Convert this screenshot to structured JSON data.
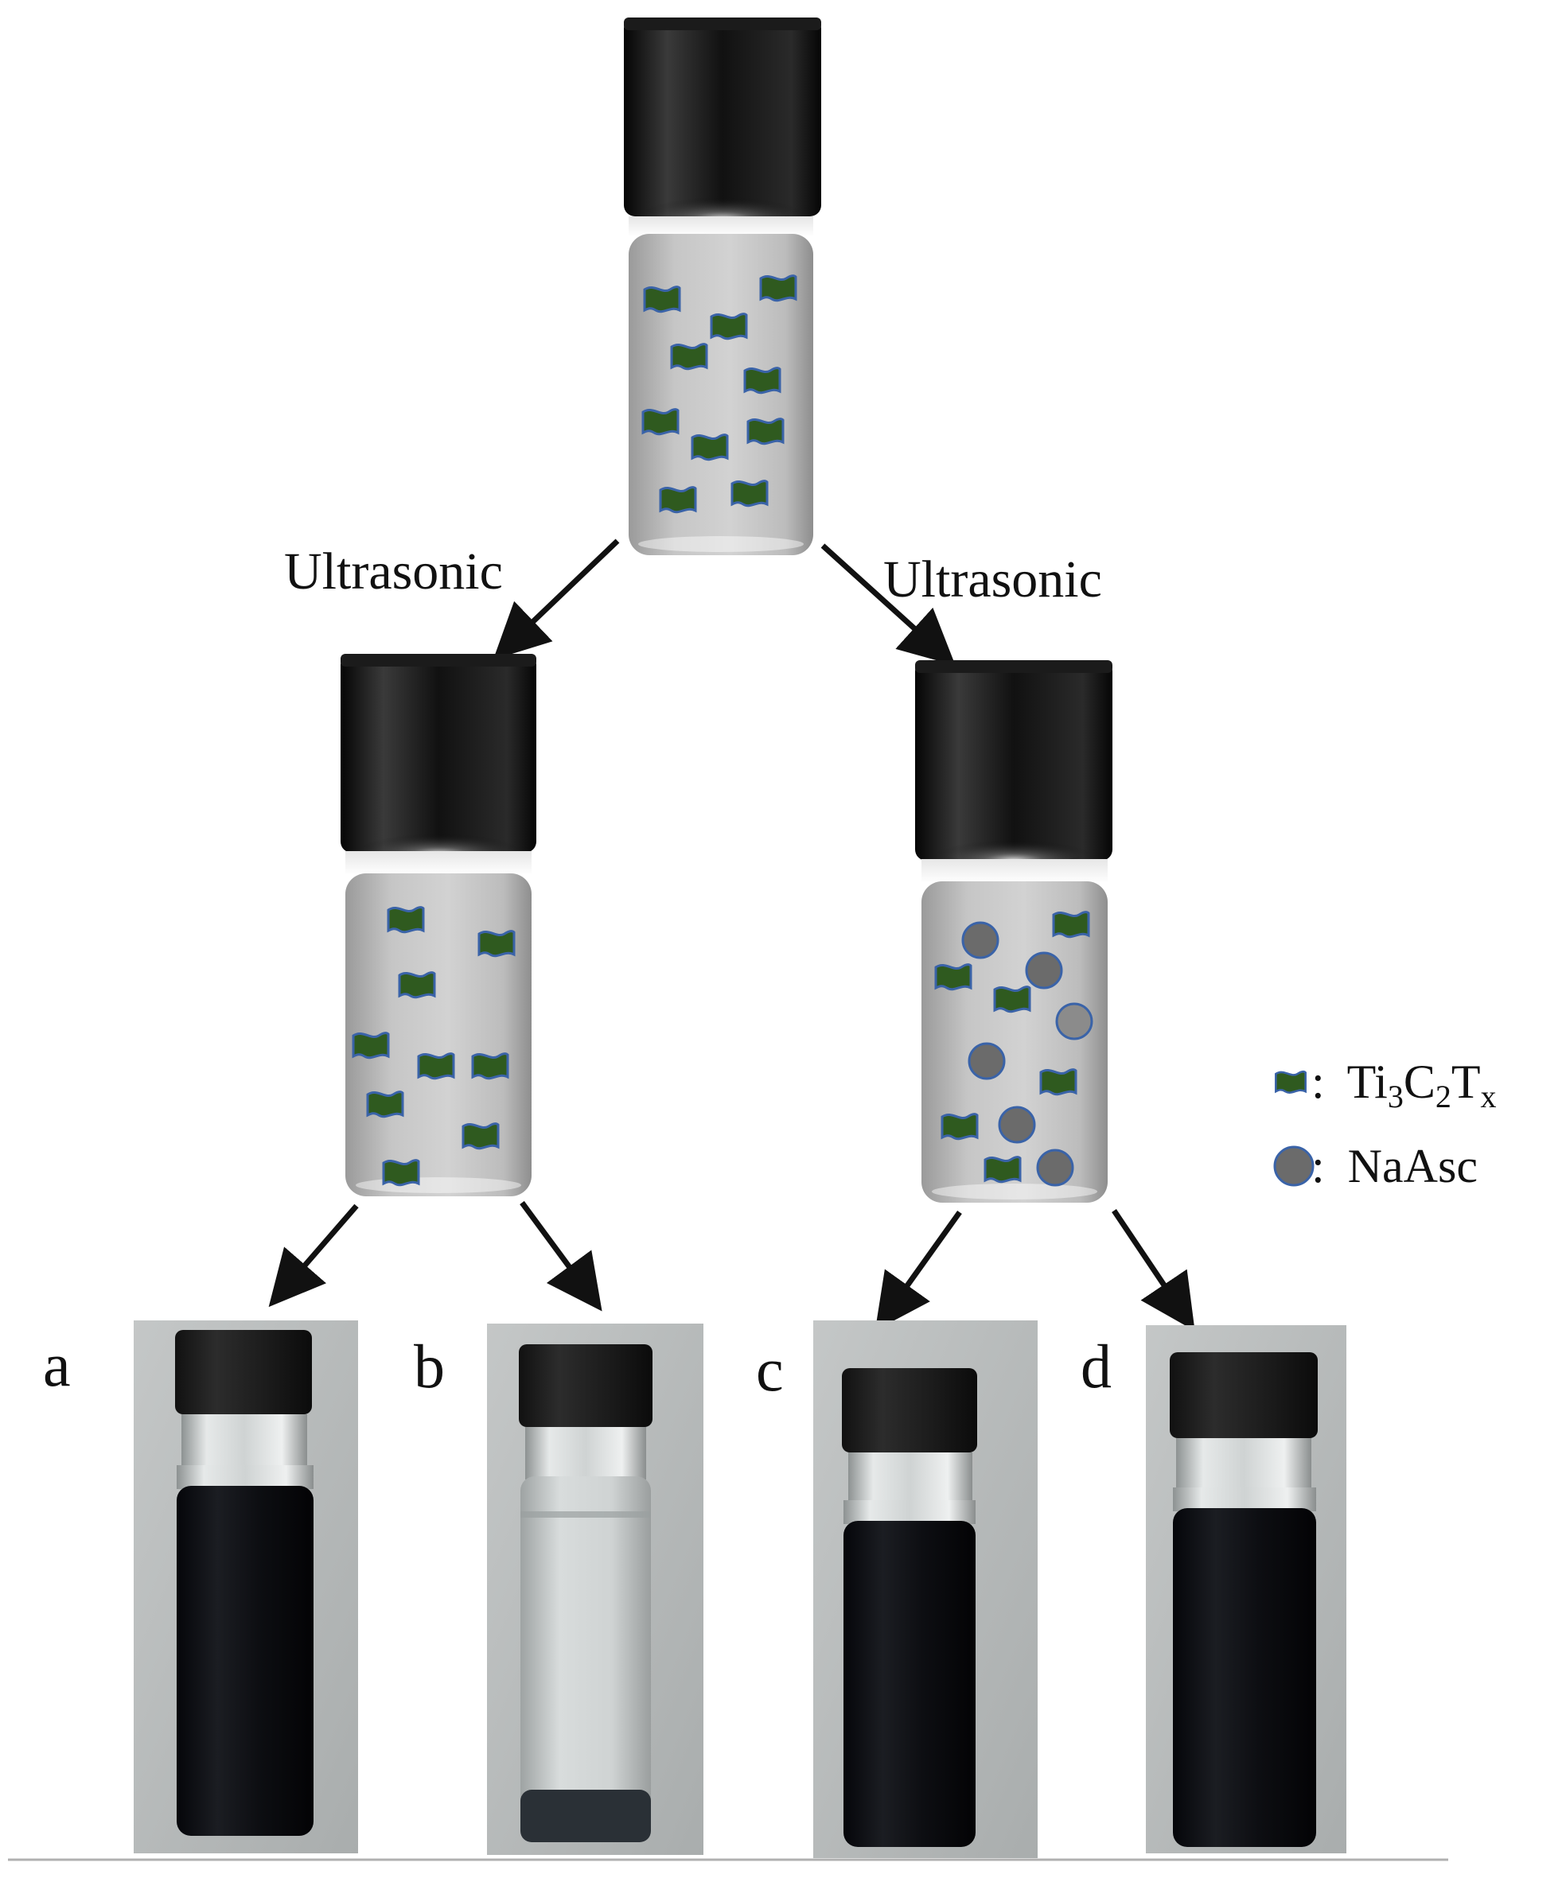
{
  "arrows": {
    "top_left_label": "Ultrasonic",
    "top_right_label": "Ultrasonic"
  },
  "legend": {
    "flake_main": "Ti",
    "flake_sub1": "3",
    "flake_mid": "C",
    "flake_sub2": "2",
    "flake_end": "T",
    "flake_sub3": "x",
    "flake_sep": ":",
    "circle_label": "NaAsc",
    "circle_sep": ":"
  },
  "panels": [
    {
      "letter": "a"
    },
    {
      "letter": "b"
    },
    {
      "letter": "c"
    },
    {
      "letter": "d"
    }
  ],
  "colors": {
    "flake_green": "#2f5a1f",
    "flake_edge": "#3a63a8",
    "nanosc_gray": "#6b6b6b",
    "cap_black": "#0a0a0a",
    "liquid_dark": "#101114",
    "liquid_clear": "#c9cccd",
    "photo_bg": "#b9bcbc"
  }
}
